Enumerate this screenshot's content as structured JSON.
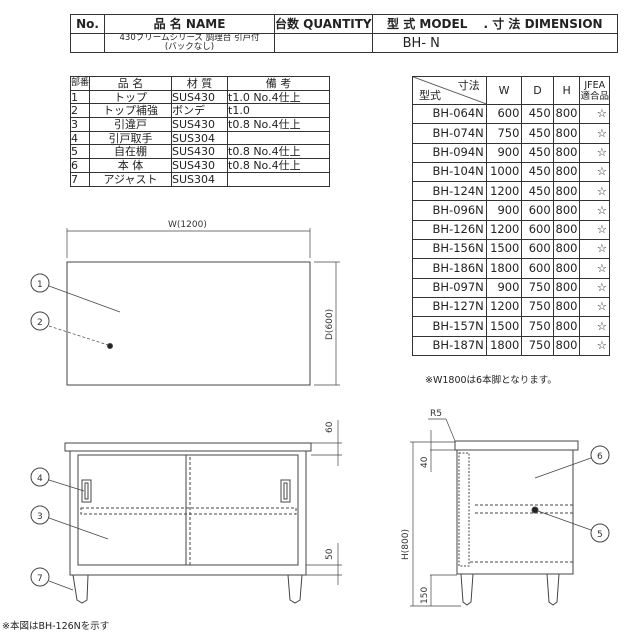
{
  "header": {
    "no_label": "No.",
    "name_label": "品 名 NAME",
    "quantity_label": "台数 QUANTITY",
    "model_label": "型 式 MODEL 　. 寸 法 DIMENSION",
    "no_value": "",
    "name_value_line1": "430ブリームシリーズ 調理台 引戸付",
    "name_value_line2": "(バックなし)",
    "quantity_value": "",
    "model_value": "BH-  N"
  },
  "parts_table": {
    "headers": [
      "部番",
      "品 名",
      "材 質",
      "備 考"
    ],
    "rows": [
      [
        "1",
        "トップ",
        "SUS430",
        "t1.0 No.4仕上"
      ],
      [
        "2",
        "トップ補強",
        "ボンデ",
        "t1.0"
      ],
      [
        "3",
        "引違戸",
        "SUS430",
        "t0.8 No.4仕上"
      ],
      [
        "4",
        "引戸取手",
        "SUS304",
        ""
      ],
      [
        "5",
        "自在棚",
        "SUS430",
        "t0.8 No.4仕上"
      ],
      [
        "6",
        "本 体",
        "SUS430",
        "t0.8 No.4仕上"
      ],
      [
        "7",
        "アジャスト",
        "SUS304",
        ""
      ]
    ]
  },
  "model_table": {
    "corner_top": "寸法",
    "corner_bottom": "型式",
    "headers": [
      "W",
      "D",
      "H"
    ],
    "jfea_line1": "JFEA",
    "jfea_line2": "適合品",
    "rows": [
      [
        "BH-064N",
        "600",
        "450",
        "800",
        "☆"
      ],
      [
        "BH-074N",
        "750",
        "450",
        "800",
        "☆"
      ],
      [
        "BH-094N",
        "900",
        "450",
        "800",
        "☆"
      ],
      [
        "BH-104N",
        "1000",
        "450",
        "800",
        "☆"
      ],
      [
        "BH-124N",
        "1200",
        "450",
        "800",
        "☆"
      ],
      [
        "BH-096N",
        "900",
        "600",
        "800",
        "☆"
      ],
      [
        "BH-126N",
        "1200",
        "600",
        "800",
        "☆"
      ],
      [
        "BH-156N",
        "1500",
        "600",
        "800",
        "☆"
      ],
      [
        "BH-186N",
        "1800",
        "600",
        "800",
        "☆"
      ],
      [
        "BH-097N",
        "900",
        "750",
        "800",
        "☆"
      ],
      [
        "BH-127N",
        "1200",
        "750",
        "800",
        "☆"
      ],
      [
        "BH-157N",
        "1500",
        "750",
        "800",
        "☆"
      ],
      [
        "BH-187N",
        "1800",
        "750",
        "800",
        "☆"
      ]
    ]
  },
  "notes": {
    "six_legs": "※W1800は6本脚となります。",
    "drawing_shows": "※本図はBH-126Nを示す"
  },
  "drawing": {
    "width_dim": "W(1200)",
    "depth_dim": "D(600)",
    "height_dim": "H(800)",
    "top_thickness": "60",
    "bottom_gap": "50",
    "side_top": "40",
    "side_leg": "150",
    "radius": "R5",
    "callouts": [
      "1",
      "2",
      "3",
      "4",
      "5",
      "6",
      "7"
    ]
  }
}
